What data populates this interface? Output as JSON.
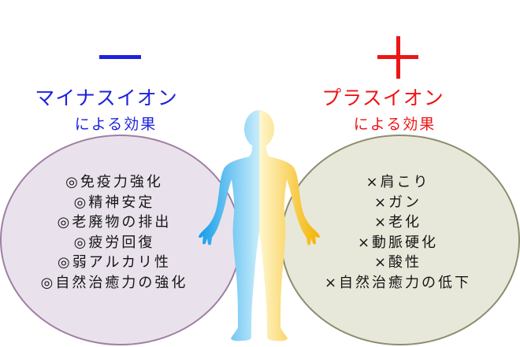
{
  "negative": {
    "symbol_icon": "minus-sign-icon",
    "title": "マイナスイオン",
    "subtitle": "による効果",
    "color": "#1f22dc",
    "ellipse_fill": "#e9e2ec",
    "ellipse_stroke": "#a07fa3",
    "items": [
      "◎免疫力強化",
      "◎精神安定",
      "◎老廃物の排出",
      "◎疲労回復",
      "◎弱アルカリ性",
      "◎自然治癒力の強化"
    ]
  },
  "positive": {
    "symbol_icon": "plus-sign-icon",
    "title": "プラスイオン",
    "subtitle": "による効果",
    "color": "#ee1515",
    "ellipse_fill": "#e8e8da",
    "ellipse_stroke": "#8d8d6e",
    "items": [
      "×肩こり",
      "×ガン",
      "×老化",
      "×動脈硬化",
      "×酸性",
      "×自然治癒力の低下"
    ]
  },
  "figure": {
    "icon": "human-body-icon",
    "left_color": "#1a9fe9",
    "left_inner_color": "#c7ecfb",
    "right_inner_color": "#fff6cc",
    "right_color": "#f3b300"
  }
}
